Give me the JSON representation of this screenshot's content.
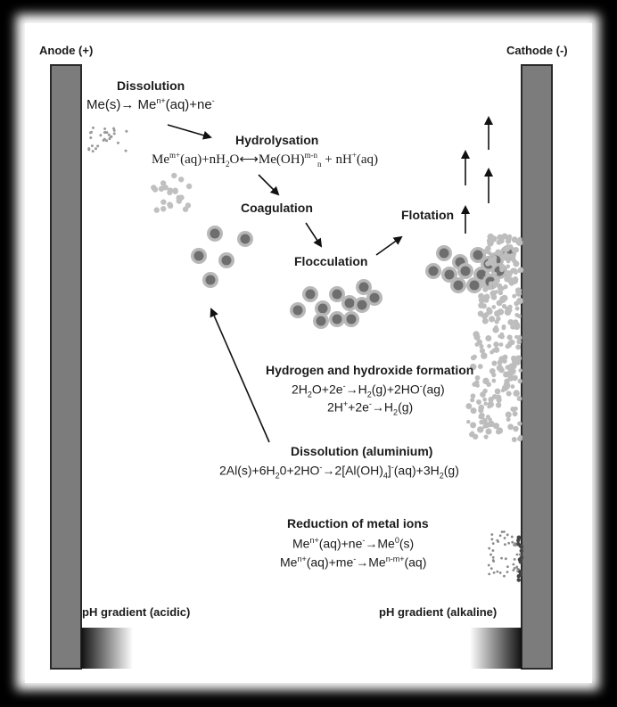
{
  "electrodes": {
    "anode_label": "Anode (+)",
    "cathode_label": "Cathode (-)"
  },
  "ph": {
    "anode_label": "pH gradient (acidic)",
    "cathode_label": "pH gradient (alkaline)"
  },
  "steps": {
    "dissolution": {
      "title": "Dissolution",
      "equation": "Me(s)→ Me^{n+}(aq)+ne^{-}"
    },
    "hydrolysation": {
      "title": "Hydrolysation",
      "equation": "Me^{m+}(aq)+nH_{2}O⟷Me(OH)^{m-n}_{n} + nH^{+}(aq)"
    },
    "coagulation": {
      "title": "Coagulation"
    },
    "flocculation": {
      "title": "Flocculation"
    },
    "flotation": {
      "title": "Flotation"
    },
    "hydrogen": {
      "title": "Hydrogen and hydroxide formation",
      "equations": [
        "2H_{2}O+2e^{-}→H_{2}(g)+2HO^{-}(ag)",
        "2H^{+}+2e^{-}→H_{2}(g)"
      ]
    },
    "aluminium": {
      "title": "Dissolution (aluminium)",
      "equation": "2Al(s)+6H_{2}0+2HO^{-}→2[Al(OH)_{4}]^{-}(aq)+3H_{2}(g)"
    },
    "reduction": {
      "title": "Reduction of metal ions",
      "equations": [
        "Me^{n+}(aq)+ne^{-}→Me^{0}(s)",
        "Me^{n+}(aq)+me^{-}→Me^{n-m+}(aq)"
      ]
    }
  },
  "colors": {
    "electrode": "#7a7a7a",
    "particle_core": "#6e6e6e",
    "particle_shell": "#b8b8b8",
    "border": "#000000"
  }
}
